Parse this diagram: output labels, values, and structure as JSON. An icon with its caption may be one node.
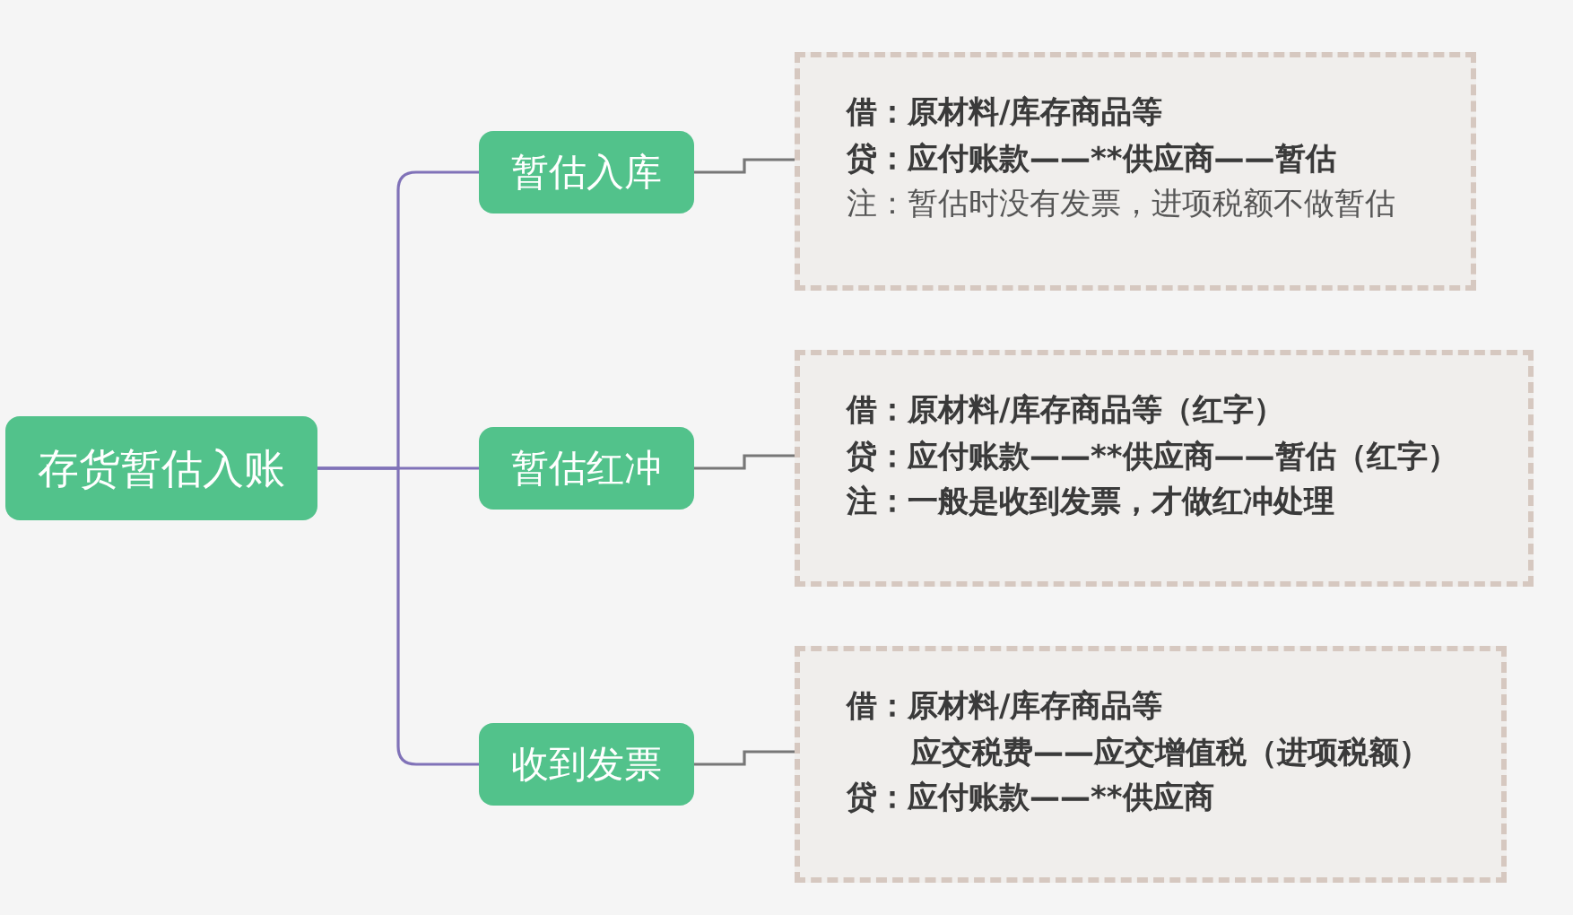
{
  "diagram": {
    "nodes": [
      {
        "text": [
          "存货暂估入账"
        ]
      },
      {
        "text": [
          "暂估入库"
        ]
      },
      {
        "text": [
          "借：原材料/库存商品等",
          "贷：应付账款——**供应商——暂估",
          "注：暂估时没有发票，进项税额不做暂估"
        ]
      },
      {
        "text": [
          "暂估红冲"
        ]
      },
      {
        "text": [
          "借：原材料/库存商品等（红字）",
          "贷：应付账款——**供应商——暂估（红字）",
          "注：一般是收到发票，才做红冲处理"
        ]
      },
      {
        "text": [
          "收到发票"
        ]
      },
      {
        "text": [
          "借：原材料/库存商品等",
          "应交税费——应交增值税（进项税额）",
          "贷：应付账款——**供应商"
        ]
      }
    ],
    "edges": [
      {
        "from": 0,
        "to": 1,
        "arrow": "none"
      },
      {
        "from": 0,
        "to": 3,
        "arrow": "none"
      },
      {
        "from": 0,
        "to": 5,
        "arrow": "none"
      },
      {
        "from": 1,
        "to": 2,
        "arrow": "none",
        "color": "#777777"
      },
      {
        "from": 3,
        "to": 4,
        "arrow": "none",
        "color": "#777777"
      },
      {
        "from": 5,
        "to": 6,
        "arrow": "none",
        "color": "#777777"
      }
    ]
  }
}
